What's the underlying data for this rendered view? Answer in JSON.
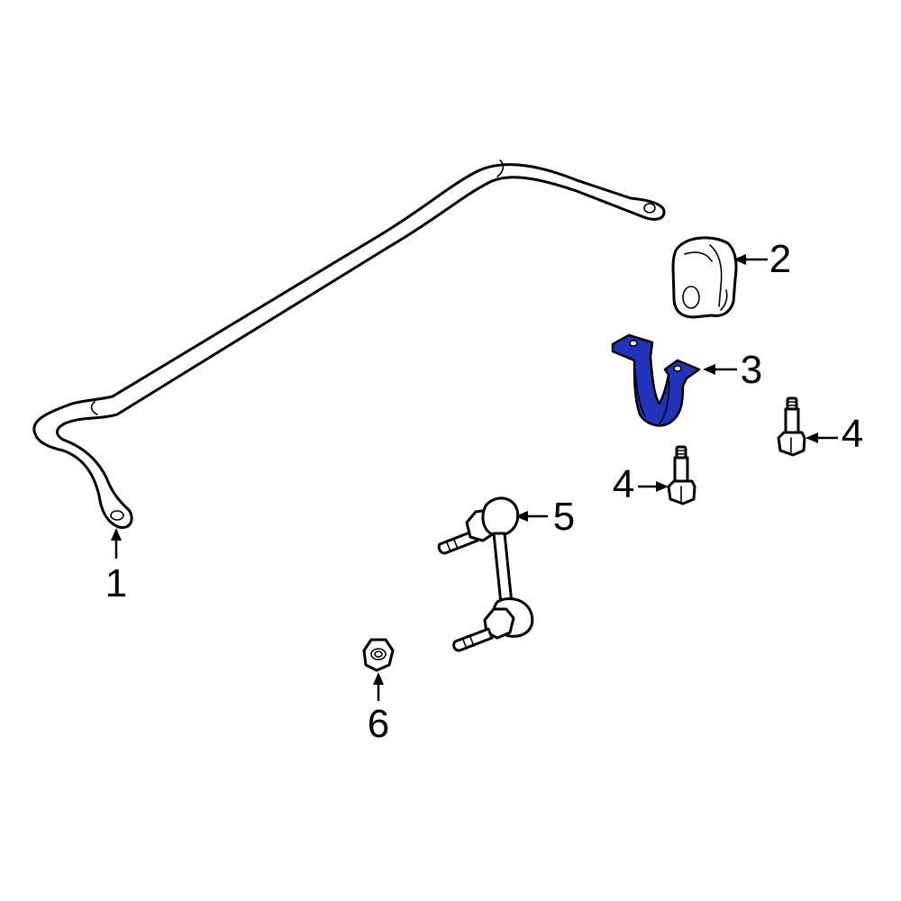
{
  "diagram": {
    "highlight_color": "#2233bb",
    "callouts": [
      {
        "id": "1",
        "label": "1",
        "part": "stabilizer-bar"
      },
      {
        "id": "2",
        "label": "2",
        "part": "bushing"
      },
      {
        "id": "3",
        "label": "3",
        "part": "bracket",
        "highlighted": true
      },
      {
        "id": "4a",
        "label": "4",
        "part": "bolt"
      },
      {
        "id": "4b",
        "label": "4",
        "part": "bolt"
      },
      {
        "id": "5",
        "label": "5",
        "part": "stabilizer-link"
      },
      {
        "id": "6",
        "label": "6",
        "part": "nut"
      }
    ]
  }
}
